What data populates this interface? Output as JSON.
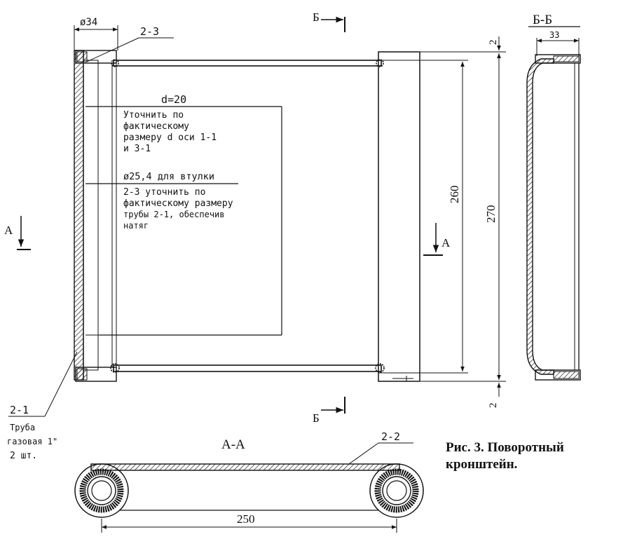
{
  "dims": {
    "tube_dia": "ø34",
    "dim_260": "260",
    "dim_270": "270",
    "dim_2_top": "2",
    "dim_2_bottom": "2",
    "dim_33": "33",
    "dim_250": "250"
  },
  "parts": {
    "p21": "2-1",
    "p22": "2-2",
    "p23": "2-3",
    "pipe_line1": "Труба",
    "pipe_line2": "газовая 1\"",
    "pipe_line3": "2 шт."
  },
  "sections": {
    "a": "А",
    "a_right": "А",
    "b_top": "Б",
    "b_bottom": "Б",
    "aa": "А-А",
    "bb": "Б-Б"
  },
  "notes": {
    "d_label": "d=20",
    "note1_line1": "Уточнить по",
    "note1_line2": "фактическому",
    "note1_line3": "размеру d оси 1-1",
    "note1_line4": "и 3-1",
    "note2_head": "ø25,4 для втулки",
    "note2_line1": "2-3 уточнить по",
    "note2_line2": "фактическому размеру",
    "note2_line3": "трубы 2-1, обеспечив",
    "note2_line4": "натяг"
  },
  "caption": {
    "line1": "Рис. 3. Поворотный",
    "line2": "кронштейн."
  }
}
